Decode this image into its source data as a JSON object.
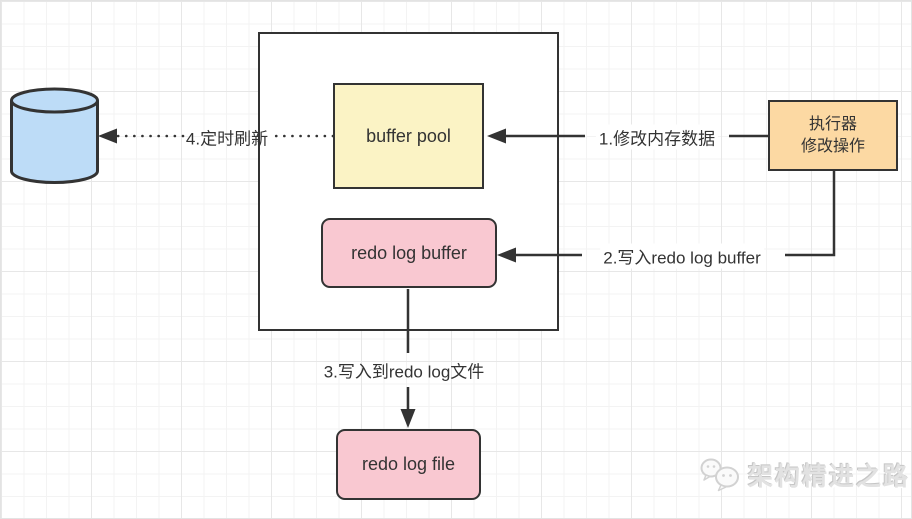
{
  "diagram": {
    "stroke_color": "#333333",
    "nodes": {
      "database": {
        "type": "cylinder",
        "fill": "#bddcf7",
        "stroke": "#333333"
      },
      "memory_container": {
        "type": "rectangle",
        "fill": "#ffffff",
        "stroke": "#333333"
      },
      "buffer_pool": {
        "label": "buffer pool",
        "fill": "#fbf3c5"
      },
      "redo_log_buffer": {
        "label": "redo log buffer",
        "fill": "#f9c8d1"
      },
      "executor": {
        "line1": "执行器",
        "line2": "修改操作",
        "fill": "#fcd9a3"
      },
      "redo_log_file": {
        "label": "redo log file",
        "fill": "#f9c8d1"
      }
    },
    "edges": {
      "step1": {
        "label": "1.修改内存数据",
        "style": "solid",
        "from": "executor",
        "to": "buffer_pool"
      },
      "step2": {
        "label": "2.写入redo log buffer",
        "style": "solid",
        "from": "executor",
        "to": "redo_log_buffer"
      },
      "step3": {
        "label": "3.写入到redo log文件",
        "style": "solid",
        "from": "redo_log_buffer",
        "to": "redo_log_file"
      },
      "step4": {
        "label": "4.定时刷新",
        "style": "dotted",
        "from": "buffer_pool",
        "to": "database"
      }
    }
  },
  "watermark": {
    "text": "架构精进之路",
    "icon": "wechat-icon"
  }
}
